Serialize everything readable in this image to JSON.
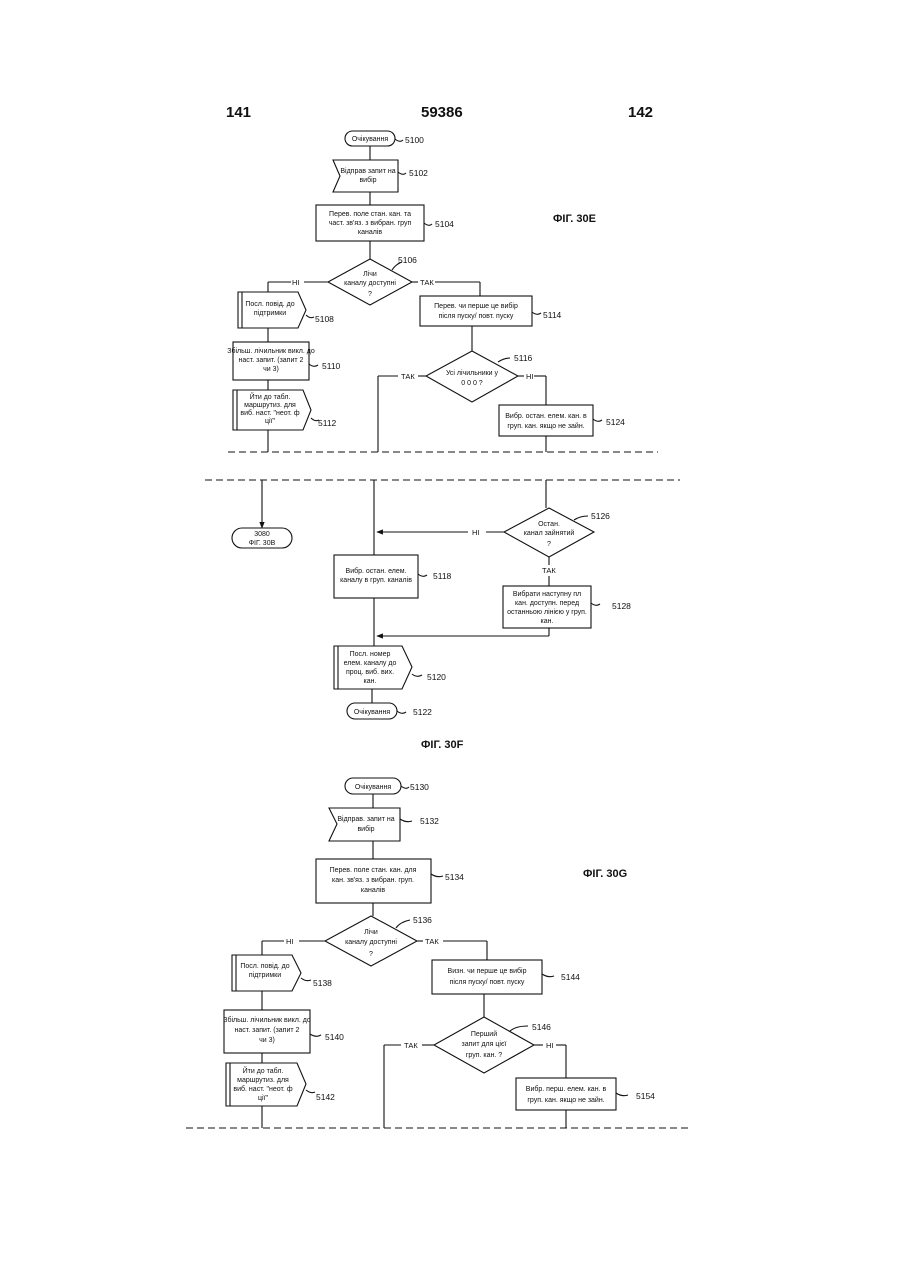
{
  "header": {
    "left_page": "141",
    "patent_number": "59386",
    "right_page": "142"
  },
  "fig_e": {
    "caption": "ФІГ. 30Е",
    "nodes": {
      "n5100": {
        "text": "Очікування",
        "ref": "5100"
      },
      "n5102": {
        "lines": [
          "Відправ запит на",
          "вибір"
        ],
        "ref": "5102"
      },
      "n5104": {
        "lines": [
          "Перев. поле стан. кан. та",
          "част. зв'яз. з вибран. груп",
          "каналів"
        ],
        "ref": "5104"
      },
      "n5106": {
        "lines": [
          "Лічи",
          "каналу доступні",
          "?"
        ],
        "ref": "5106"
      },
      "n5108": {
        "lines": [
          "Посл. повід. до",
          "підтримки"
        ],
        "ref": "5108"
      },
      "n5110": {
        "lines": [
          "Збільш. лічильник викл. до",
          "наст. запит. (запит 2",
          "чи 3)"
        ],
        "ref": "5110"
      },
      "n5112": {
        "lines": [
          "Йти до табл.",
          "маршрутиз. для",
          "виб. наст. \"неот. ф",
          "ції\""
        ],
        "ref": "5112"
      },
      "n5114": {
        "lines": [
          "Перев. чи перше це вибір",
          "після пуску/ повт. пуску"
        ],
        "ref": "5114"
      },
      "n5116": {
        "lines": [
          "Усі лічильники у",
          "0 0 0 ?"
        ],
        "ref": "5116"
      },
      "n5124": {
        "lines": [
          "Вибр. остан. елем. кан. в",
          "груп. кан. якщо не зайн."
        ],
        "ref": "5124"
      }
    },
    "labels": {
      "no_5106": "НІ",
      "yes_5106": "ТАК",
      "yes_5116": "ТАК",
      "no_5116": "НІ"
    }
  },
  "fig_f": {
    "caption": "ФІГ. 30F",
    "nodes": {
      "n3080": {
        "lines": [
          "3080",
          "ФІГ. 30В"
        ]
      },
      "n5126": {
        "lines": [
          "Остан.",
          "канал зайнятий",
          "?"
        ],
        "ref": "5126"
      },
      "n5118": {
        "lines": [
          "Вибр. остан. елем.",
          "каналу в груп. каналів"
        ],
        "ref": "5118"
      },
      "n5128": {
        "lines": [
          "Вибрати наступну пл",
          "кан. доступн. перед",
          "останньою лінією у груп.",
          "кан."
        ],
        "ref": "5128"
      },
      "n5120": {
        "lines": [
          "Посл. номер",
          "елем. каналу до",
          "проц. виб. вих.",
          "кан."
        ],
        "ref": "5120"
      },
      "n5122": {
        "text": "Очікування",
        "ref": "5122"
      }
    },
    "labels": {
      "no_5126": "НІ",
      "yes_5126": "ТАК"
    }
  },
  "fig_g": {
    "caption": "ФІГ. 30G",
    "nodes": {
      "n5130": {
        "text": "Очікування",
        "ref": "5130"
      },
      "n5132": {
        "lines": [
          "Відправ. запит на",
          "вибір"
        ],
        "ref": "5132"
      },
      "n5134": {
        "lines": [
          "Перев. поле стан. кан. для",
          "кан. зв'яз. з вибран. груп.",
          "каналів"
        ],
        "ref": "5134"
      },
      "n5136": {
        "lines": [
          "Лічи",
          "каналу доступні",
          "?"
        ],
        "ref": "5136"
      },
      "n5138": {
        "lines": [
          "Посл. повід. до",
          "підтримки"
        ],
        "ref": "5138"
      },
      "n5140": {
        "lines": [
          "Збільш. лічильник викл. до",
          "наст. запит. (запит 2",
          "чи 3)"
        ],
        "ref": "5140"
      },
      "n5142": {
        "lines": [
          "Йти до табл.",
          "маршрутиз. для",
          "виб. наст. \"неот. ф",
          "ції\""
        ],
        "ref": "5142"
      },
      "n5144": {
        "lines": [
          "Визн. чи перше це вибір",
          "після пуску/ повт. пуску"
        ],
        "ref": "5144"
      },
      "n5146": {
        "lines": [
          "Перший",
          "запит для цієї",
          "груп. кан. ?"
        ],
        "ref": "5146"
      },
      "n5154": {
        "lines": [
          "Вибр. перш. елем. кан. в",
          "груп. кан. якщо не зайн."
        ],
        "ref": "5154"
      }
    },
    "labels": {
      "no_5136": "НІ",
      "yes_5136": "ТАК",
      "yes_5146": "ТАК",
      "no_5146": "НІ"
    }
  }
}
